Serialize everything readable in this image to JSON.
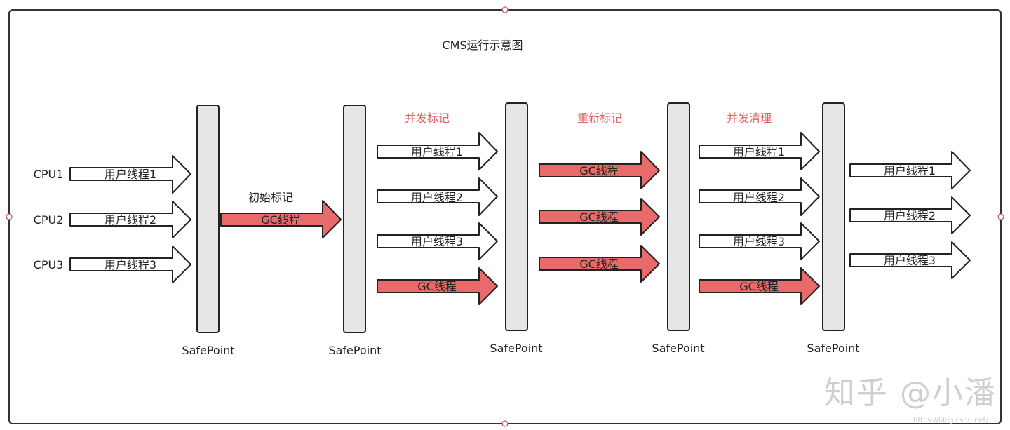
{
  "title": "CMS运行示意图",
  "colors": {
    "gc_arrow": "#e86a6a",
    "user_arrow": "#ffffff",
    "phase_label": "#e06060",
    "safepoint_fill": "#e6e6e6",
    "stroke": "#222222"
  },
  "cpus": [
    "CPU1",
    "CPU2",
    "CPU3"
  ],
  "safepoint_label": "SafePoint",
  "phases": [
    "初始标记",
    "并发标记",
    "重新标记",
    "并发清理"
  ],
  "stages": [
    {
      "arrows": [
        {
          "label": "用户线程1",
          "kind": "user"
        },
        {
          "label": "用户线程2",
          "kind": "user"
        },
        {
          "label": "用户线程3",
          "kind": "user"
        }
      ]
    },
    {
      "arrows": [
        {
          "label": "GC线程",
          "kind": "gc"
        }
      ]
    },
    {
      "arrows": [
        {
          "label": "用户线程1",
          "kind": "user"
        },
        {
          "label": "用户线程2",
          "kind": "user"
        },
        {
          "label": "用户线程3",
          "kind": "user"
        },
        {
          "label": "GC线程",
          "kind": "gc"
        }
      ]
    },
    {
      "arrows": [
        {
          "label": "GC线程",
          "kind": "gc"
        },
        {
          "label": "GC线程",
          "kind": "gc"
        },
        {
          "label": "GC线程",
          "kind": "gc"
        }
      ]
    },
    {
      "arrows": [
        {
          "label": "用户线程1",
          "kind": "user"
        },
        {
          "label": "用户线程2",
          "kind": "user"
        },
        {
          "label": "用户线程3",
          "kind": "user"
        },
        {
          "label": "GC线程",
          "kind": "gc"
        }
      ]
    },
    {
      "arrows": [
        {
          "label": "用户线程1",
          "kind": "user"
        },
        {
          "label": "用户线程2",
          "kind": "user"
        },
        {
          "label": "用户线程3",
          "kind": "user"
        }
      ]
    }
  ],
  "watermark": "知乎 @小潘",
  "watermark_sub": "https://blog.csdn.net/..."
}
